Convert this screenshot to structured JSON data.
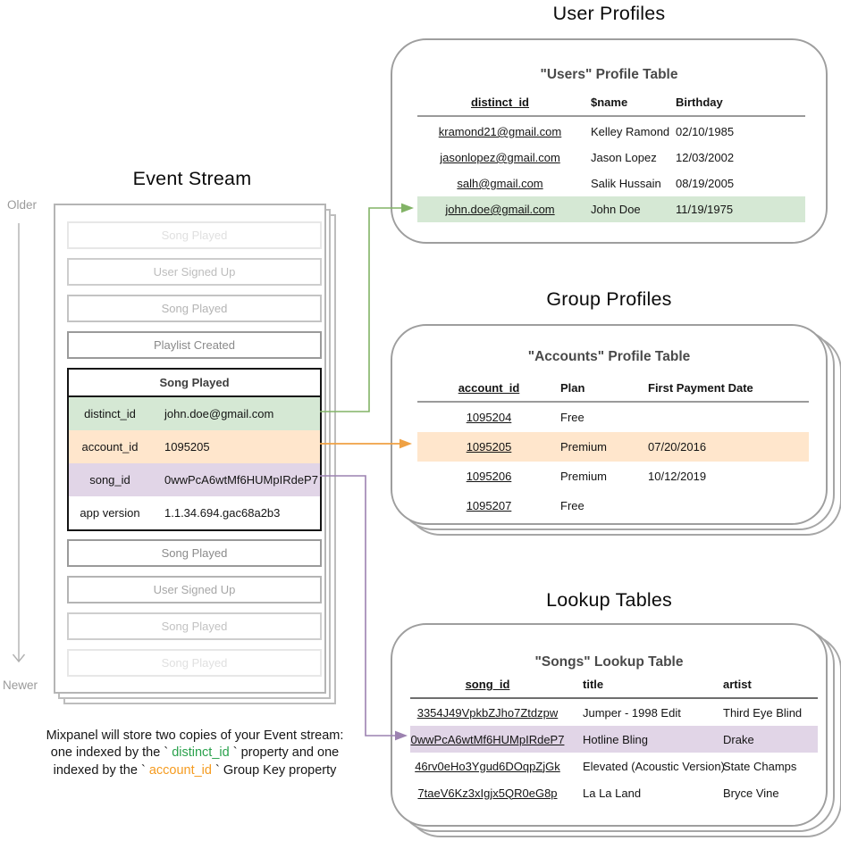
{
  "colors": {
    "green_fill": "#d5e8d4",
    "orange_fill": "#ffe6cc",
    "purple_fill": "#e1d5e7",
    "green_arrow": "#82b366",
    "orange_arrow": "#efa143",
    "purple_arrow": "#9c82b0",
    "caption_green": "#2aa14c",
    "caption_orange": "#f59b1f",
    "timeline_gray": "#b0b0b0"
  },
  "event_stream": {
    "title": "Event Stream",
    "older_label": "Older",
    "newer_label": "Newer",
    "events_before": [
      {
        "label": "Song Played",
        "cls": "f1"
      },
      {
        "label": "User Signed Up",
        "cls": "f2"
      },
      {
        "label": "Song Played",
        "cls": "f3"
      },
      {
        "label": "Playlist Created",
        "cls": "f4"
      }
    ],
    "detail": {
      "title": "Song Played",
      "rows": [
        {
          "key": "distinct_id",
          "value": "john.doe@gmail.com",
          "cls": "hl-green"
        },
        {
          "key": "account_id",
          "value": "1095205",
          "cls": "hl-orange"
        },
        {
          "key": "song_id",
          "value": "0wwPcA6wtMf6HUMpIRdeP7",
          "cls": "hl-purple"
        },
        {
          "key": "app version",
          "value": "1.1.34.694.gac68a2b3",
          "cls": ""
        }
      ]
    },
    "events_after": [
      {
        "label": "Song Played",
        "cls": "f4"
      },
      {
        "label": "User Signed Up",
        "cls": "f5"
      },
      {
        "label": "Song Played",
        "cls": "f6"
      },
      {
        "label": "Song Played",
        "cls": "f7"
      }
    ]
  },
  "user_profiles": {
    "section_title": "User Profiles",
    "table_title": "\"Users\" Profile Table",
    "columns": [
      "distinct_id",
      "$name",
      "Birthday"
    ],
    "rows": [
      {
        "id": "kramond21@gmail.com",
        "name": "Kelley Ramond",
        "birthday": "02/10/1985",
        "cls": ""
      },
      {
        "id": "jasonlopez@gmail.com",
        "name": "Jason Lopez",
        "birthday": "12/03/2002",
        "cls": ""
      },
      {
        "id": "salh@gmail.com",
        "name": "Salik Hussain",
        "birthday": "08/19/2005",
        "cls": ""
      },
      {
        "id": "john.doe@gmail.com",
        "name": "John Doe",
        "birthday": "11/19/1975",
        "cls": "hl-green"
      }
    ]
  },
  "group_profiles": {
    "section_title": "Group Profiles",
    "table_title": "\"Accounts\" Profile Table",
    "columns": [
      "account_id",
      "Plan",
      "First Payment Date"
    ],
    "rows": [
      {
        "id": "1095204",
        "plan": "Free",
        "date": "",
        "cls": ""
      },
      {
        "id": "1095205",
        "plan": "Premium",
        "date": "07/20/2016",
        "cls": "hl-orange"
      },
      {
        "id": "1095206",
        "plan": "Premium",
        "date": "10/12/2019",
        "cls": ""
      },
      {
        "id": "1095207",
        "plan": "Free",
        "date": "",
        "cls": ""
      }
    ]
  },
  "lookup_tables": {
    "section_title": "Lookup Tables",
    "table_title": "\"Songs\" Lookup Table",
    "columns": [
      "song_id",
      "title",
      "artist"
    ],
    "rows": [
      {
        "id": "3354J49VpkbZJho7Ztdzpw",
        "title": "Jumper - 1998 Edit",
        "artist": "Third Eye Blind",
        "cls": ""
      },
      {
        "id": "0wwPcA6wtMf6HUMpIRdeP7",
        "title": "Hotline Bling",
        "artist": "Drake",
        "cls": "hl-purple"
      },
      {
        "id": "46rv0eHo3Ygud6DOqpZjGk",
        "title": "Elevated (Acoustic Version)",
        "artist": "State Champs",
        "cls": ""
      },
      {
        "id": "7taeV6Kz3xIgjx5QR0eG8p",
        "title": "La La Land",
        "artist": "Bryce Vine",
        "cls": ""
      }
    ]
  },
  "caption": {
    "parts": [
      {
        "text": "Mixpanel will store two copies of your Event stream: one indexed by the `",
        "cls": ""
      },
      {
        "text": "distinct_id",
        "cls": "cap-green"
      },
      {
        "text": "` property and one indexed by the `",
        "cls": ""
      },
      {
        "text": "account_id",
        "cls": "cap-orange"
      },
      {
        "text": "` Group Key property",
        "cls": ""
      }
    ]
  }
}
